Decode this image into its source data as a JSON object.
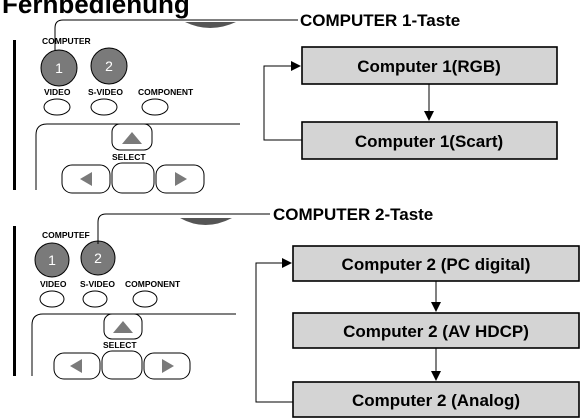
{
  "section_title": "Fernbedienung",
  "top": {
    "callout_label": "COMPUTER 1-Taste",
    "remote": {
      "computer_label": "COMPUTER",
      "button_1": "1",
      "button_2": "2",
      "video_label": "VIDEO",
      "svideo_label": "S-VIDEO",
      "component_label": "COMPONENT",
      "select_label": "SELECT"
    },
    "flow_boxes": [
      "Computer 1(RGB)",
      "Computer 1(Scart)"
    ]
  },
  "bottom": {
    "callout_label": "COMPUTER 2-Taste",
    "remote": {
      "computer_label": "COMPUTEF",
      "button_1": "1",
      "button_2": "2",
      "video_label": "VIDEO",
      "svideo_label": "S-VIDEO",
      "component_label": "COMPONENT",
      "select_label": "SELECT"
    },
    "flow_boxes": [
      "Computer 2 (PC digital)",
      "Computer 2 (AV HDCP)",
      "Computer 2 (Analog)"
    ]
  },
  "colors": {
    "button_fill": "#7a7a7a",
    "flow_box_fill": "#d4d4d4"
  }
}
